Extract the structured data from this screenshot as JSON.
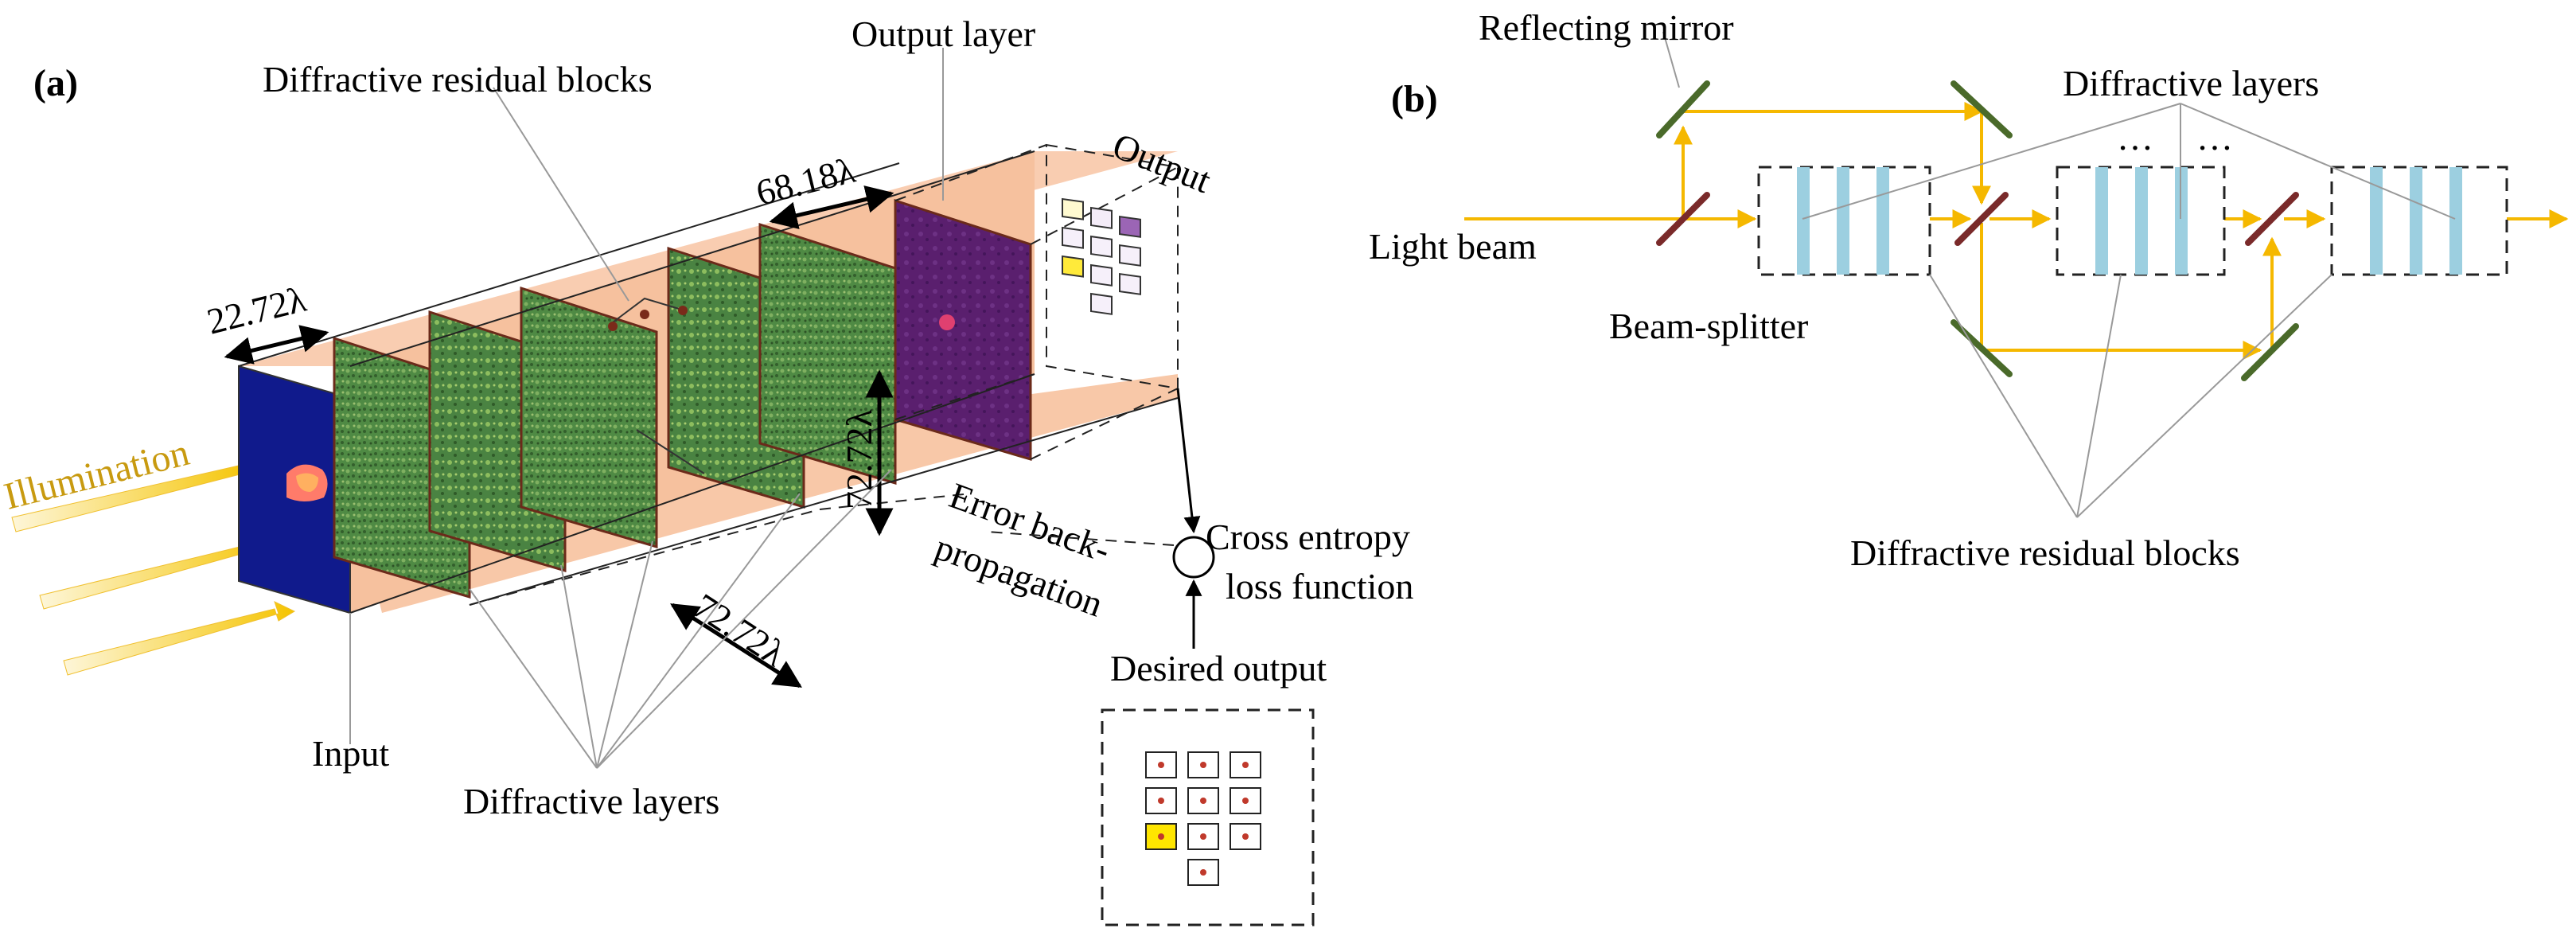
{
  "panel_a": {
    "tag": "(a)",
    "diffractive_residual_blocks": "Diffractive residual blocks",
    "output_layer": "Output layer",
    "output": "Output",
    "dim_spacing_first": "22.72λ",
    "dim_output_gap": "68.18λ",
    "dim_height": "72.72λ",
    "dim_length": "72.72λ",
    "illumination": "Illumination",
    "input": "Input",
    "diffractive_layers": "Diffractive layers",
    "error_back": "Error back-",
    "propagation": "propagation",
    "cross_entropy": "Cross entropy",
    "loss_function": "loss function",
    "desired_output": "Desired output"
  },
  "panel_b": {
    "tag": "(b)",
    "reflecting_mirror": "Reflecting mirror",
    "diffractive_layers": "Diffractive layers",
    "light_beam": "Light beam",
    "beam_splitter": "Beam-splitter",
    "ellipsis_1": "…",
    "ellipsis_2": "…",
    "diffractive_residual_blocks": "Diffractive residual blocks"
  },
  "colors": {
    "beam": "#f5b800",
    "layer_blue": "#9ccfe0",
    "mirror_green": "#4a6a2a",
    "splitter_red": "#7a2a2a",
    "input_plane": "#101a8c",
    "diffractive_plane": "#4f8a44",
    "output_plane": "#5a1f6e",
    "box_fill": "#f8c8a8",
    "illumination_text": "#c89a10"
  }
}
